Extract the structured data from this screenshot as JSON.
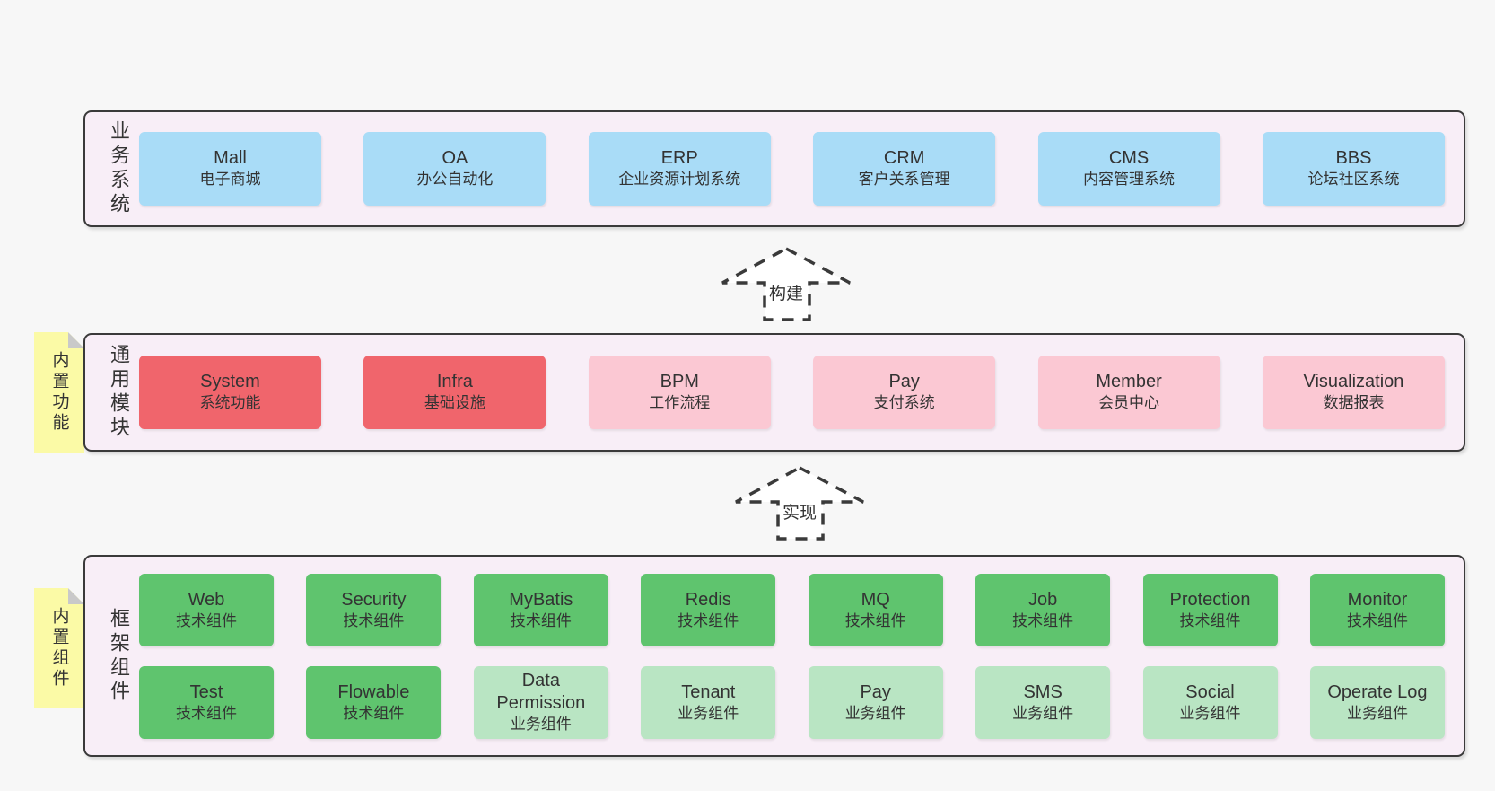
{
  "diagram": {
    "background": "#f7f7f7",
    "colors": {
      "layer_bg": "#f8eef7",
      "border": "#3a3a3a",
      "blue": "#a9dcf7",
      "red": "#f0656c",
      "pink": "#fbc8d3",
      "green": "#5fc46e",
      "light_green": "#b9e5c3",
      "note_yellow": "#fbfaa6",
      "fold_gray": "#c9c9c9",
      "text": "#333333"
    },
    "arrows": [
      {
        "label": "构建"
      },
      {
        "label": "实现"
      }
    ],
    "layers": [
      {
        "label": "业务系统",
        "boxes": [
          {
            "name": "Mall",
            "desc": "电子商城"
          },
          {
            "name": "OA",
            "desc": "办公自动化"
          },
          {
            "name": "ERP",
            "desc": "企业资源计划系统"
          },
          {
            "name": "CRM",
            "desc": "客户关系管理"
          },
          {
            "name": "CMS",
            "desc": "内容管理系统"
          },
          {
            "name": "BBS",
            "desc": "论坛社区系统"
          }
        ]
      },
      {
        "label": "通用模块",
        "note": "内置功能",
        "boxes": [
          {
            "name": "System",
            "desc": "系统功能"
          },
          {
            "name": "Infra",
            "desc": "基础设施"
          },
          {
            "name": "BPM",
            "desc": "工作流程"
          },
          {
            "name": "Pay",
            "desc": "支付系统"
          },
          {
            "name": "Member",
            "desc": "会员中心"
          },
          {
            "name": "Visualization",
            "desc": "数据报表"
          }
        ]
      },
      {
        "label": "框架组件",
        "note": "内置组件",
        "rows": [
          [
            {
              "name": "Web",
              "desc": "技术组件"
            },
            {
              "name": "Security",
              "desc": "技术组件"
            },
            {
              "name": "MyBatis",
              "desc": "技术组件"
            },
            {
              "name": "Redis",
              "desc": "技术组件"
            },
            {
              "name": "MQ",
              "desc": "技术组件"
            },
            {
              "name": "Job",
              "desc": "技术组件"
            },
            {
              "name": "Protection",
              "desc": "技术组件"
            },
            {
              "name": "Monitor",
              "desc": "技术组件"
            }
          ],
          [
            {
              "name": "Test",
              "desc": "技术组件"
            },
            {
              "name": "Flowable",
              "desc": "技术组件"
            },
            {
              "name": "Data Permission",
              "desc": "业务组件"
            },
            {
              "name": "Tenant",
              "desc": "业务组件"
            },
            {
              "name": "Pay",
              "desc": "业务组件"
            },
            {
              "name": "SMS",
              "desc": "业务组件"
            },
            {
              "name": "Social",
              "desc": "业务组件"
            },
            {
              "name": "Operate Log",
              "desc": "业务组件"
            }
          ]
        ]
      }
    ]
  }
}
